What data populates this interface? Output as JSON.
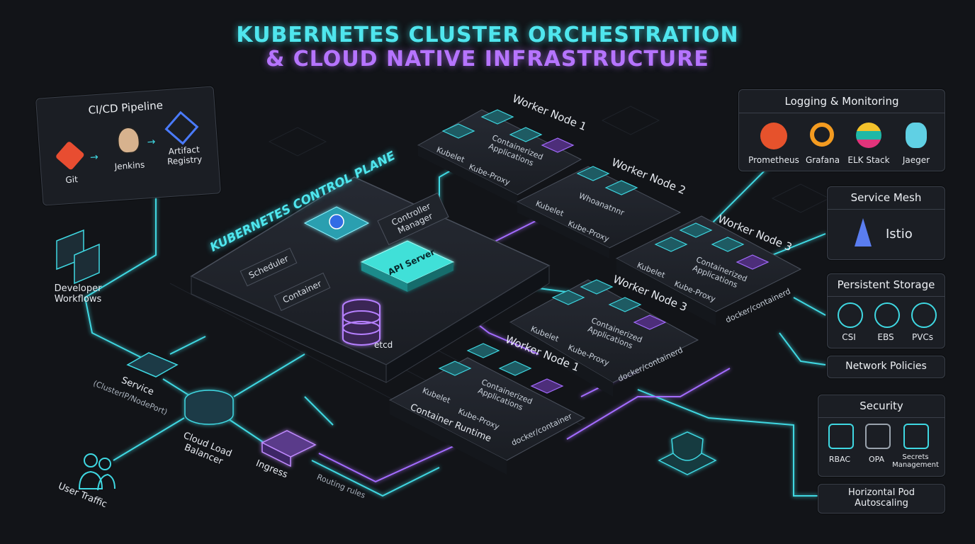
{
  "title": {
    "line1": "KUBERNETES CLUSTER ORCHESTRATION",
    "line2": "& CLOUD NATIVE INFRASTRUCTURE"
  },
  "cicd": {
    "title": "CI/CD Pipeline",
    "git": "Git",
    "jenkins": "Jenkins",
    "artifact": "Artifact Registry"
  },
  "dev": {
    "label": "Developer Workflows"
  },
  "control_plane": {
    "title": "KUBERNETES CONTROL PLANE",
    "scheduler": "Scheduler",
    "controller": "Controller Manager",
    "container": "Container",
    "api": "API Server",
    "etcd": "etcd"
  },
  "workers": [
    {
      "title": "Worker Node 1",
      "kubelet": "Kubelet",
      "proxy": "Kube-Proxy",
      "app": "Containerized Applications"
    },
    {
      "title": "Worker Node 2",
      "kubelet": "Kubelet",
      "proxy": "Kube-Proxy",
      "app": "Whoanatnnr"
    },
    {
      "title": "Worker Node 3",
      "kubelet": "Kubelet",
      "proxy": "Kube-Proxy",
      "app": "Containerized Applications",
      "runtime": "docker/containerd"
    },
    {
      "title": "Worker Node 3",
      "kubelet": "Kubelet",
      "proxy": "Kube-Proxy",
      "app": "Containerized Applications",
      "runtime": "docker/containerd"
    },
    {
      "title": "Worker Node 1",
      "kubelet": "Kubelet",
      "proxy": "Kube-Proxy",
      "app": "Containerized Applications",
      "runtime": "docker/container",
      "footer": "Container Runtime"
    }
  ],
  "networking": {
    "service": "Service",
    "service_sub": "(ClusterIP/NodePort)",
    "lb": "Cloud Load Balancer",
    "ingress": "Ingress",
    "routing": "Routing rules",
    "traffic": "User Traffic"
  },
  "logging": {
    "title": "Logging & Monitoring",
    "items": [
      "Prometheus",
      "Grafana",
      "ELK Stack",
      "Jaeger"
    ]
  },
  "mesh": {
    "title": "Service Mesh",
    "istio": "Istio"
  },
  "storage": {
    "title": "Persistent Storage",
    "items": [
      "CSI",
      "EBS",
      "PVCs"
    ]
  },
  "netpol": {
    "title": "Network Policies"
  },
  "security": {
    "title": "Security",
    "items": [
      "RBAC",
      "OPA",
      "Secrets Management"
    ]
  },
  "hpa": {
    "title": "Horizontal Pod Autoscaling"
  },
  "colors": {
    "cyan": "#3fe0ea",
    "purple": "#a46cff",
    "bg": "#121418"
  }
}
